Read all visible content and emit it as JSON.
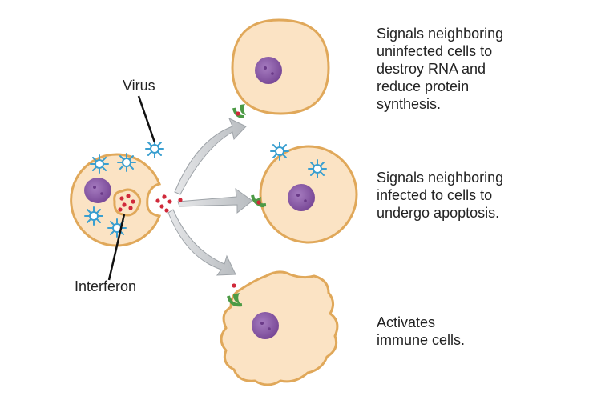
{
  "labels": {
    "virus": "Virus",
    "interferon": "Interferon"
  },
  "effects": [
    {
      "text": "Signals neighboring\nuninfected cells to\ndestroy RNA and\nreduce protein\nsynthesis."
    },
    {
      "text": "Signals neighboring\ninfected to cells to\nundergo apoptosis."
    },
    {
      "text": "Activates\nimmune cells."
    }
  ],
  "colors": {
    "cell_fill": "#fbe3c4",
    "cell_outline": "#e0a85a",
    "nucleus": "#8a5aa6",
    "virus": "#3a9fd0",
    "interferon_dot": "#d0293a",
    "receptor": "#4c9a45",
    "arrow": "#c9cccf"
  }
}
